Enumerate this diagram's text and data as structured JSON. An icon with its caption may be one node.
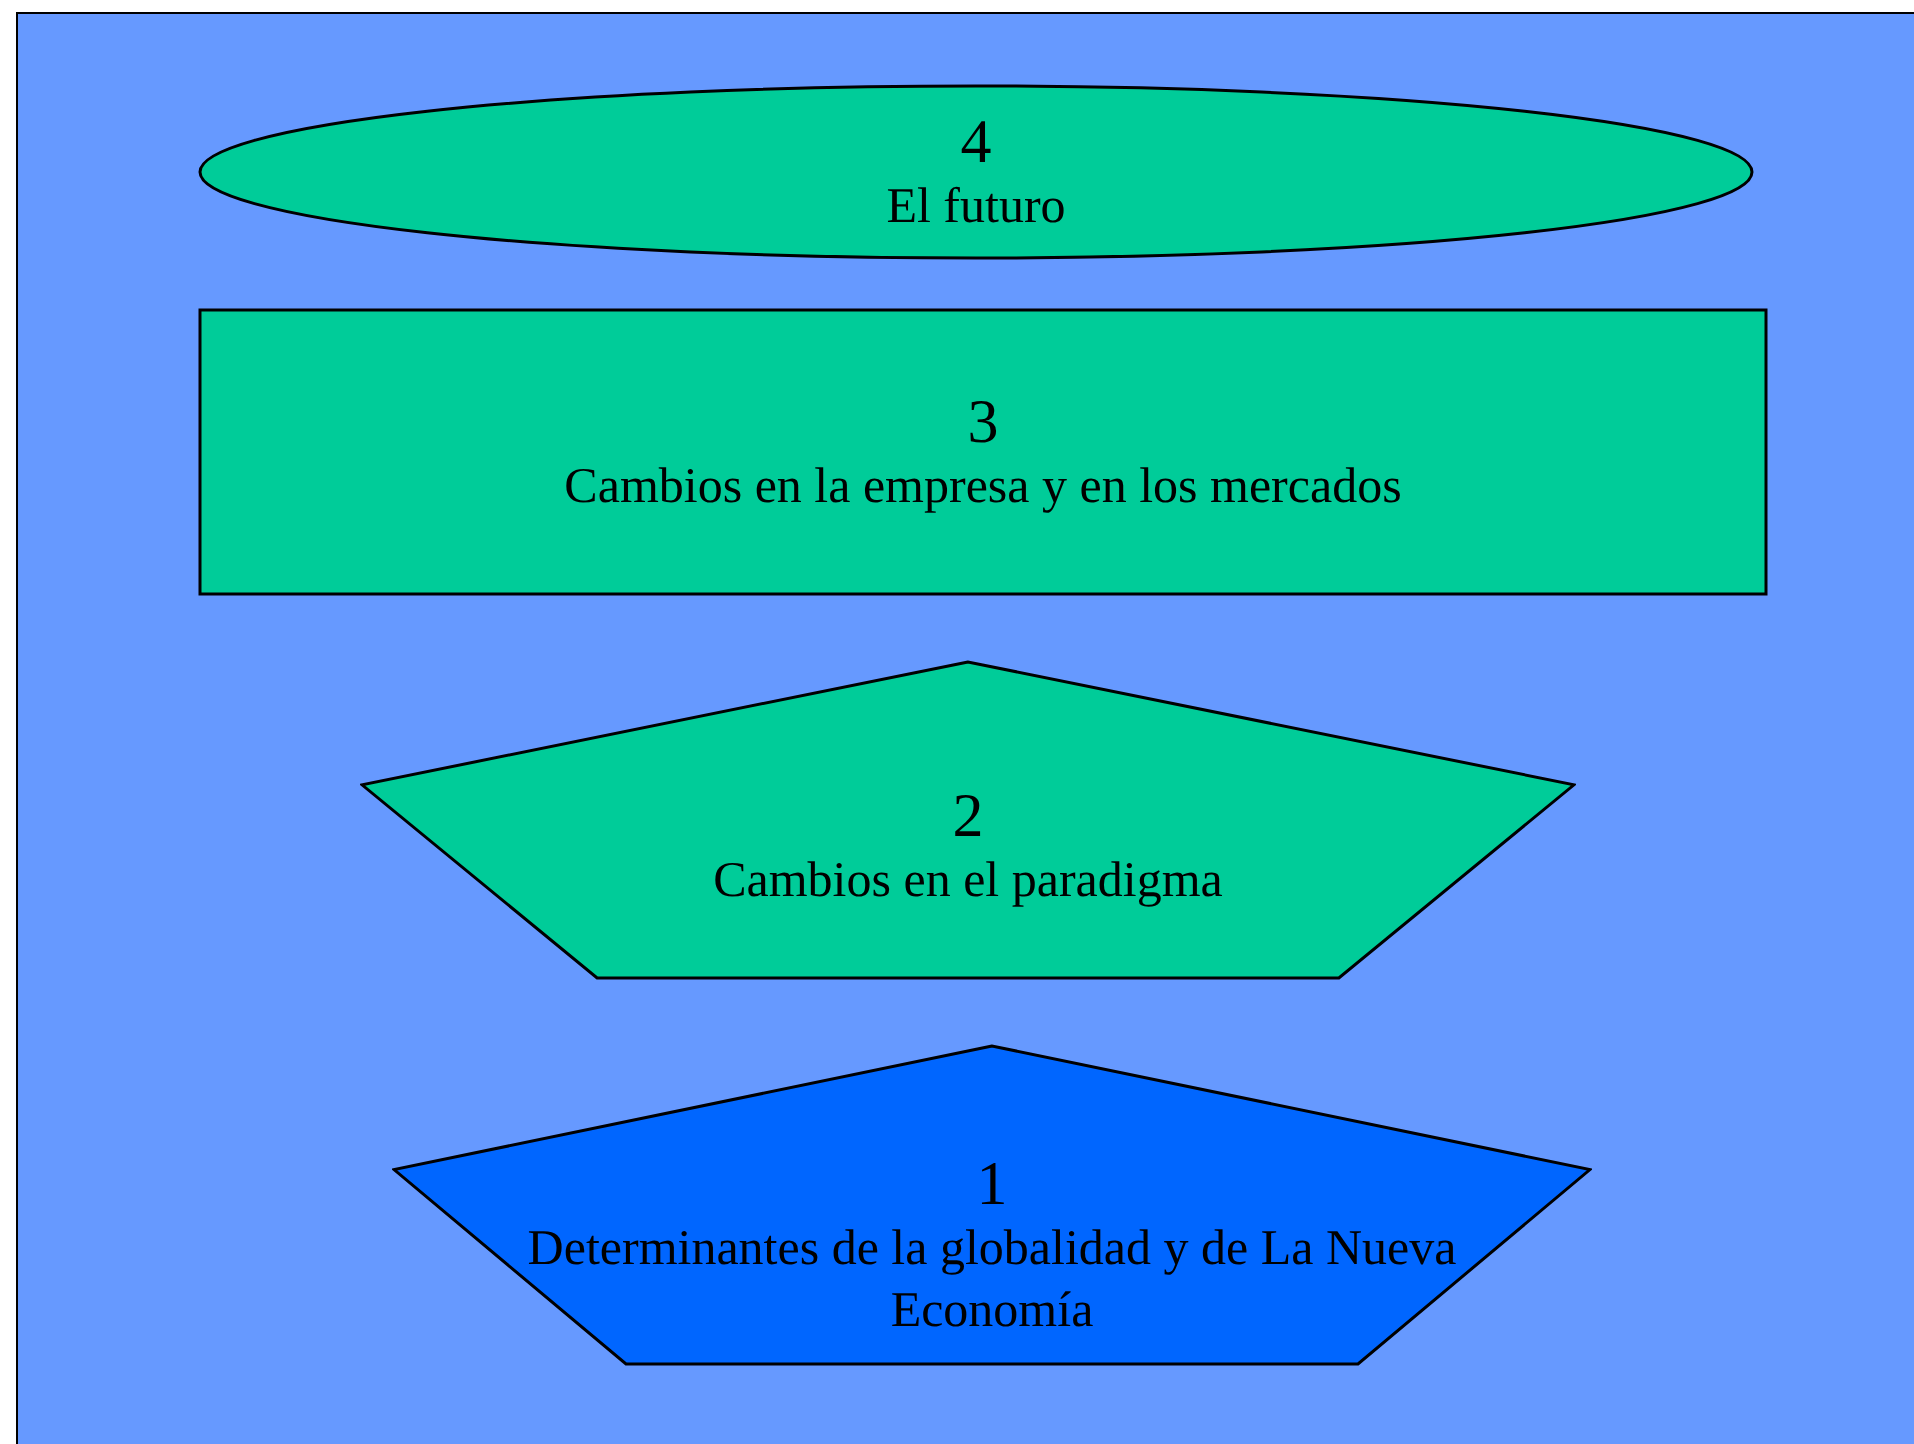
{
  "diagram": {
    "nodes": [
      {
        "text": [
          "4",
          "El futuro"
        ]
      },
      {
        "text": [
          "3",
          "Cambios en la empresa y en los mercados"
        ]
      },
      {
        "text": [
          "2",
          "Cambios en el paradigma"
        ]
      },
      {
        "text": [
          "1",
          "Determinantes de la globalidad y de La Nueva Economía"
        ]
      }
    ]
  }
}
